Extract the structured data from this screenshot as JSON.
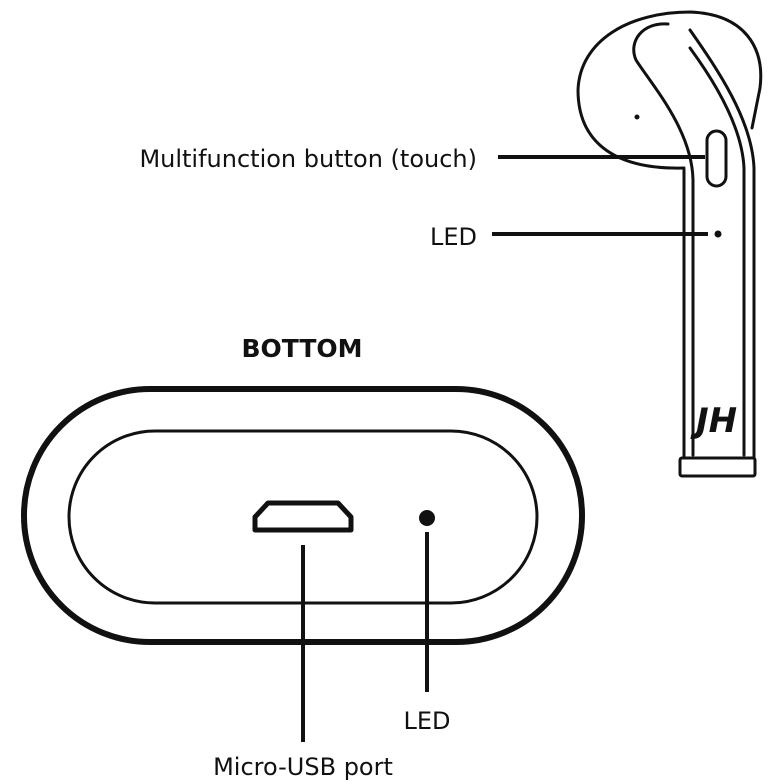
{
  "labels": {
    "multifunction_button": "Multifunction button (touch)",
    "earbud_led": "LED",
    "section_title": "BOTTOM",
    "case_led": "LED",
    "micro_usb_port": "Micro-USB port"
  },
  "logo_text": "JH",
  "colors": {
    "line": "#111111",
    "background": "#ffffff"
  }
}
